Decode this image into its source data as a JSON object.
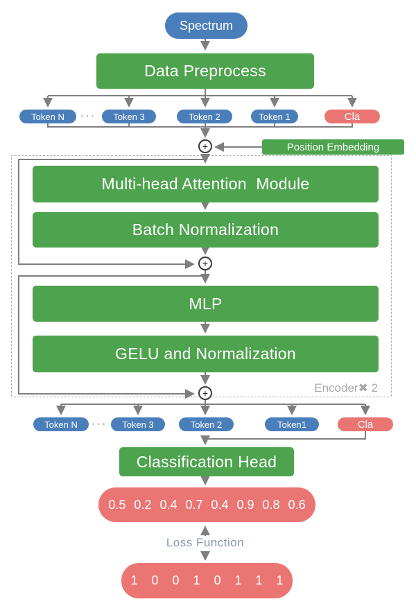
{
  "diagram": {
    "spectrum": "Spectrum",
    "data_preprocess": "Data Preprocess",
    "row1": {
      "tokens": [
        "Token N",
        "Token 3",
        "Token 2",
        "Token 1",
        "Cla"
      ],
      "dots": "•••"
    },
    "plus": "+",
    "position_embedding": "Position Embedding",
    "encoder": {
      "attention": "Multi-head Attention  Module",
      "batch_norm": "Batch Normalization",
      "mlp": "MLP",
      "gelu": "GELU and Normalization",
      "label": "Encoder✖ 2"
    },
    "row2": {
      "tokens": [
        "Token N",
        "Token 3",
        "Token 2",
        "Token1",
        "Cla"
      ],
      "dots": "•••"
    },
    "classification_head": "Classification Head",
    "output_probabilities": "0.5 0.2 0.4 0.7 0.4 0.9 0.8 0.6",
    "loss_function": "Loss Function",
    "target_labels": "1 0 0 1 0 1 1 1"
  },
  "colors": {
    "box_green": "#4ea34e",
    "token_blue": "#4a7ebb",
    "cla_red": "#eb7573",
    "wire_gray": "#7f7f7f",
    "encoder_label_gray": "#a8a8a8",
    "loss_text_blue_gray": "#8496b0"
  }
}
